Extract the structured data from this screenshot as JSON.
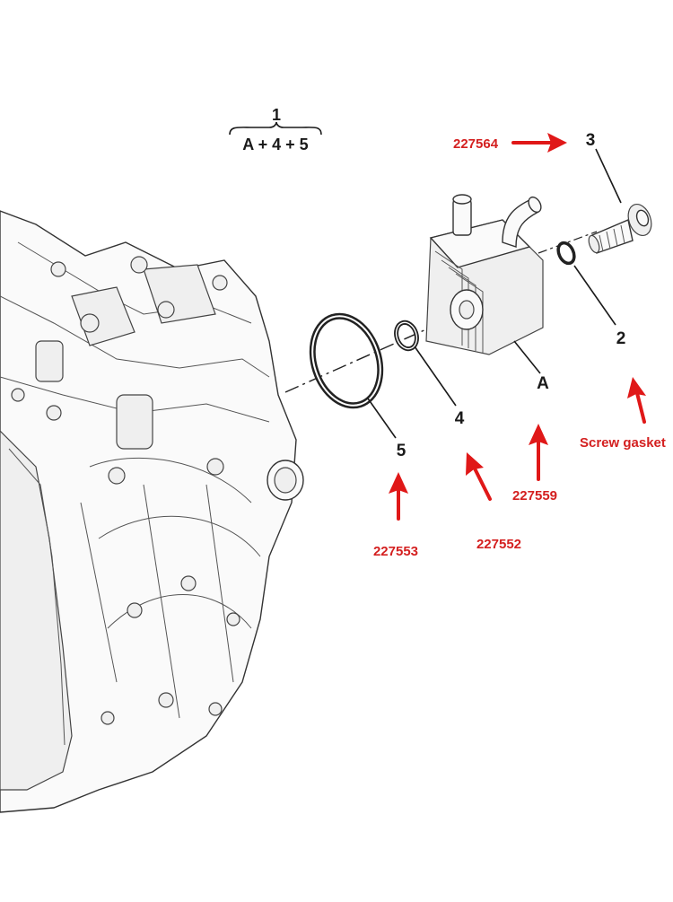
{
  "diagram": {
    "group": {
      "number": "1",
      "formula": "A + 4 + 5"
    },
    "callouts": [
      {
        "id": "c3",
        "label": "3"
      },
      {
        "id": "c2",
        "label": "2"
      },
      {
        "id": "cA",
        "label": "A"
      },
      {
        "id": "c4",
        "label": "4"
      },
      {
        "id": "c5",
        "label": "5"
      }
    ],
    "part_numbers": [
      {
        "id": "p3",
        "label": "227564"
      },
      {
        "id": "pA",
        "label": "227559"
      },
      {
        "id": "p4",
        "label": "227552"
      },
      {
        "id": "p5",
        "label": "227553"
      },
      {
        "id": "p2",
        "label": "Screw gasket"
      }
    ],
    "colors": {
      "annotation": "#e01818",
      "linework": "#1a1a1a"
    }
  }
}
